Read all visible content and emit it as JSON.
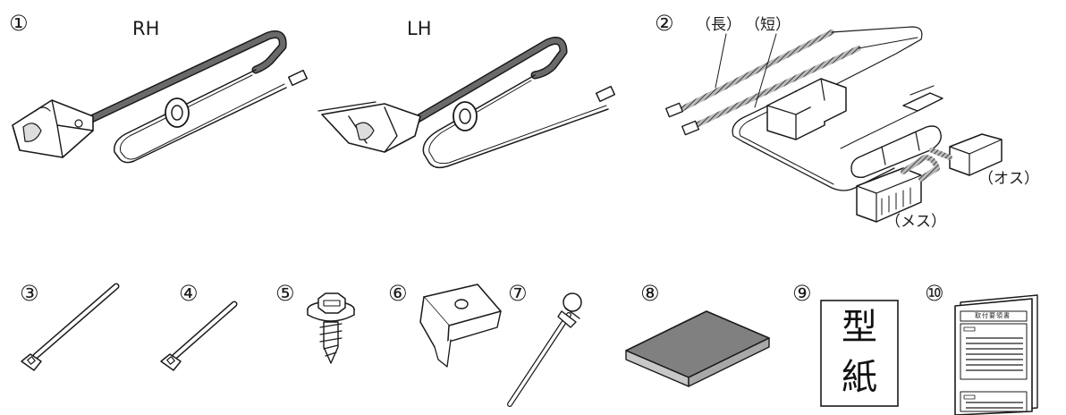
{
  "parts": [
    {
      "number": "①",
      "sides": [
        "RH",
        "LH"
      ]
    },
    {
      "number": "②",
      "labels": {
        "long": "（長）",
        "short": "（短）",
        "male": "（オス）",
        "female": "（メス）"
      }
    },
    {
      "number": "③"
    },
    {
      "number": "④"
    },
    {
      "number": "⑤"
    },
    {
      "number": "⑥"
    },
    {
      "number": "⑦"
    },
    {
      "number": "⑧"
    },
    {
      "number": "⑨",
      "template_text": [
        "型",
        "紙"
      ]
    },
    {
      "number": "⑩",
      "manual_title": "取付要領書"
    }
  ],
  "colors": {
    "line": "#1a1a1a",
    "cable": "#666666",
    "pad": "#808080"
  }
}
